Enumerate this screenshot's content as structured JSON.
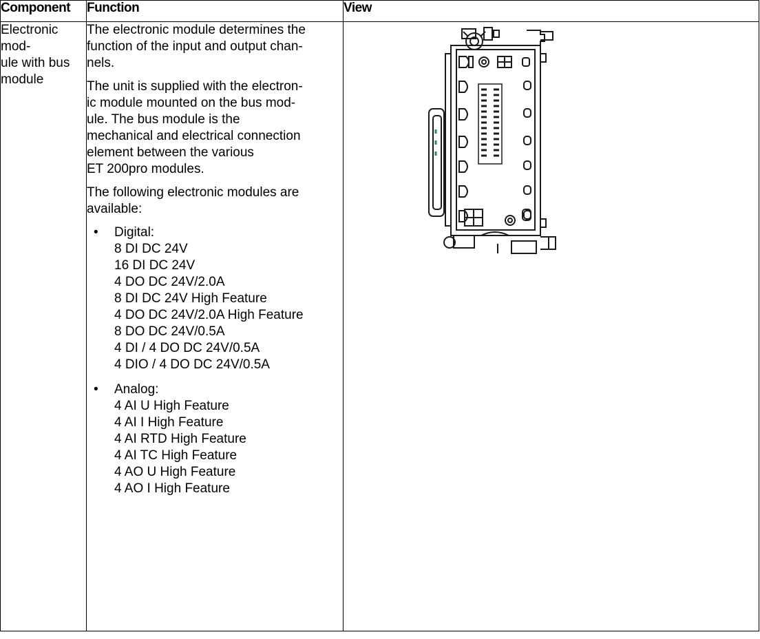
{
  "headers": {
    "component": "Component",
    "function": "Function",
    "view": "View"
  },
  "row": {
    "component": "Electronic mod-\nule with bus\nmodule",
    "function": {
      "paragraphs": [
        "The electronic module determines the\nfunction of the input and output chan-\nnels.",
        "The unit is supplied with the electron-\nic module mounted on the bus mod-\nule. The bus module is the\nmechanical and electrical connection\nelement between the various\nET 200pro modules.",
        "The following electronic modules are\navailable:"
      ],
      "bullets": [
        {
          "symbol": "•",
          "label": "Digital:",
          "items": [
            "8 DI DC 24V",
            "16 DI DC 24V",
            "4 DO DC 24V/2.0A",
            "8 DI DC 24V High Feature",
            "4 DO DC 24V/2.0A High Feature",
            "8 DO DC 24V/0.5A",
            "4 DI / 4 DO DC 24V/0.5A",
            "4 DIO / 4 DO DC 24V/0.5A"
          ]
        },
        {
          "symbol": "•",
          "label": "Analog:",
          "items": [
            "4 AI U High Feature",
            "4 AI I High Feature",
            "4 AI RTD High Feature",
            "4 AI TC High Feature",
            "4 AO U High Feature",
            "4 AO I High Feature"
          ]
        }
      ]
    },
    "view": {
      "image": "electronic-module-with-bus-module-drawing"
    }
  }
}
